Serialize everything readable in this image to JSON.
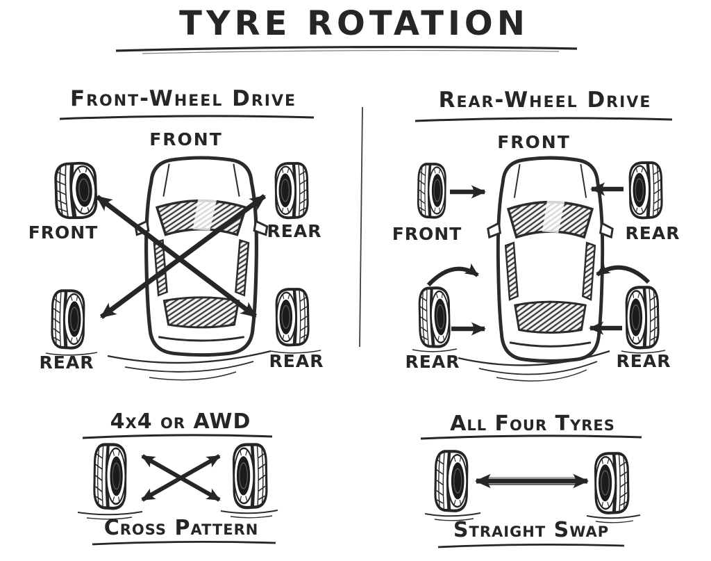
{
  "title": "TYRE ROTATION",
  "colors": {
    "ink": "#262626",
    "paper": "#ffffff"
  },
  "sections": {
    "front_wheel_drive": {
      "heading": "Front-Wheel Drive",
      "car_top_label": "FRONT",
      "tyres": {
        "front_left": "FRONT",
        "front_right": "REAR",
        "rear_left": "REAR",
        "rear_right": "REAR"
      }
    },
    "rear_wheel_drive": {
      "heading": "Rear-Wheel Drive",
      "car_top_label": "FRONT",
      "tyres": {
        "front_left": "FRONT",
        "front_right": "REAR",
        "rear_left": "REAR",
        "rear_right": "REAR"
      }
    },
    "awd": {
      "heading": "4x4 or AWD",
      "caption": "Cross Pattern"
    },
    "all_four": {
      "heading": "All Four Tyres",
      "caption": "Straight Swap"
    }
  }
}
